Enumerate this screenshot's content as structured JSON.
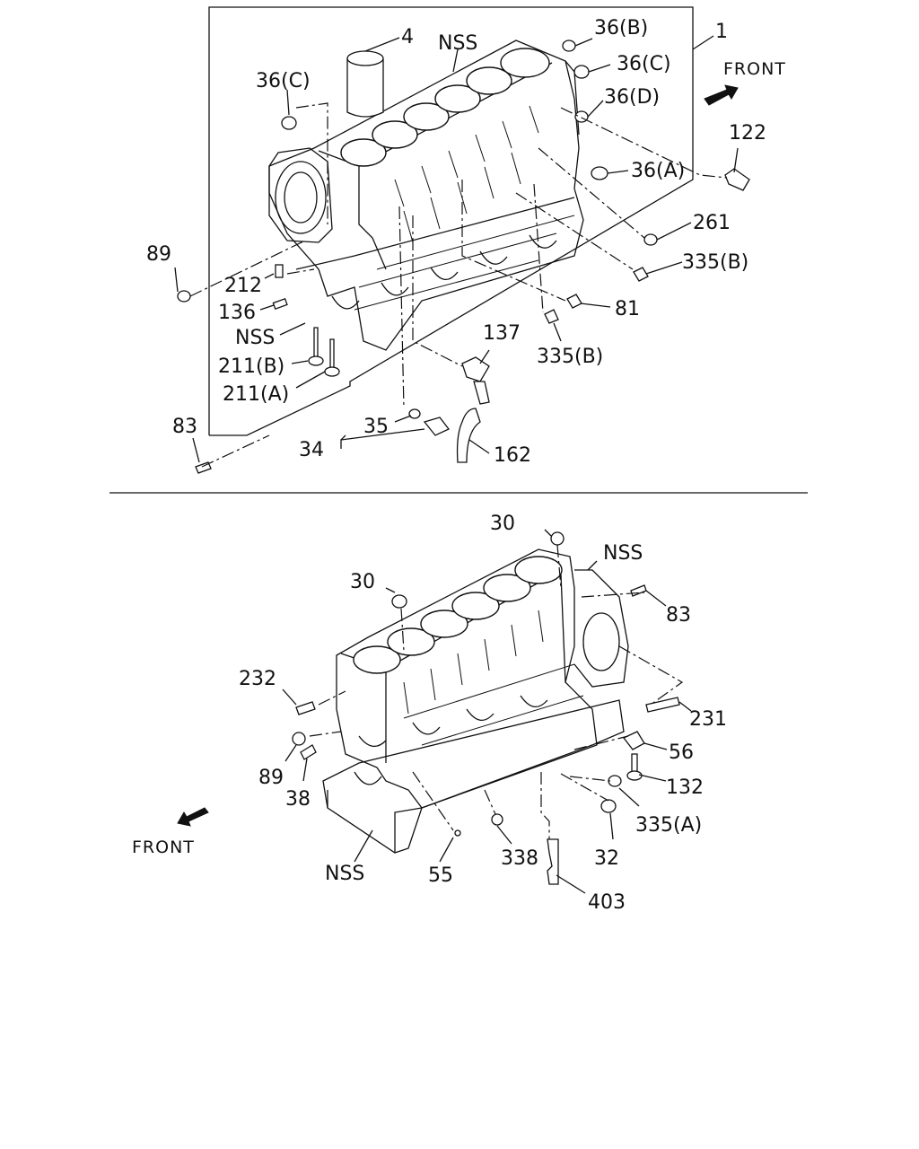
{
  "top_section": {
    "front_label": "FRONT",
    "callouts": {
      "p1": "1",
      "p4": "4",
      "nss_top": "NSS",
      "p36b": "36(B)",
      "p36c_right": "36(C)",
      "p36d": "36(D)",
      "p36c_left": "36(C)",
      "p36a": "36(A)",
      "p122": "122",
      "p261": "261",
      "p335b_right": "335(B)",
      "p81": "81",
      "p335b_lower": "335(B)",
      "p137": "137",
      "p89": "89",
      "p212": "212",
      "p136": "136",
      "nss_left": "NSS",
      "p211b": "211(B)",
      "p211a": "211(A)",
      "p83": "83",
      "p35": "35",
      "p34": "34",
      "p162": "162"
    }
  },
  "bottom_section": {
    "front_label": "FRONT",
    "callouts": {
      "p30_top": "30",
      "nss_rear": "NSS",
      "p30_left": "30",
      "p83": "83",
      "p232": "232",
      "p231": "231",
      "p56": "56",
      "p132": "132",
      "p89": "89",
      "p38": "38",
      "p335a": "335(A)",
      "nss_bottom": "NSS",
      "p55": "55",
      "p338": "338",
      "p32": "32",
      "p403": "403"
    }
  }
}
